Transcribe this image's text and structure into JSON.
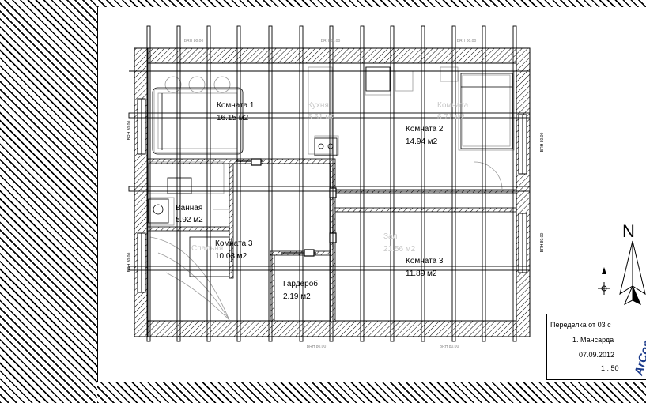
{
  "rooms": [
    {
      "name": "Комната 1",
      "area": "16.15 м2"
    },
    {
      "name": "Комната 2",
      "area": "14.94 м2"
    },
    {
      "name": "Ванная",
      "area": "5.92 м2"
    },
    {
      "name": "Комната 3",
      "area": "10.03 м2"
    },
    {
      "name": "Комната 3",
      "area": "11.89 м2"
    },
    {
      "name": "Гардероб",
      "area": "2.19 м2"
    }
  ],
  "ghost_labels": {
    "kitchen": "Кухня",
    "kitchen_area": "5.61 м2",
    "room_right": "Комната",
    "room_right_area": "6.71 м2",
    "hall": "Зал",
    "hall_area": "21.56 м2",
    "bedroom": "Спальня"
  },
  "window_tag": "BRH 80.00",
  "north": "N",
  "title_block": {
    "project": "Переделка от 03 с",
    "floor": "1. Мансарда",
    "date": "07.09.2012",
    "scale": "1 : 50",
    "logo": "ArCon"
  }
}
